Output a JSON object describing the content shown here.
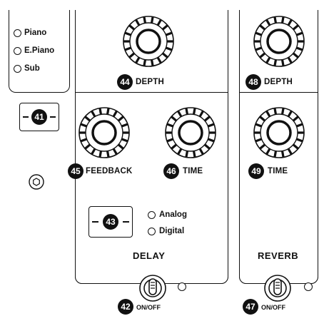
{
  "voice_select": {
    "leds": [
      {
        "label": "Piano"
      },
      {
        "label": "E.Piano"
      },
      {
        "label": "Sub"
      }
    ]
  },
  "callouts": {
    "c41": "41",
    "c42": "42",
    "c43": "43",
    "c44": "44",
    "c45": "45",
    "c46": "46",
    "c47": "47",
    "c48": "48",
    "c49": "49"
  },
  "delay": {
    "depth_label": "DEPTH",
    "feedback_label": "FEEDBACK",
    "time_label": "TIME",
    "type_leds": [
      {
        "label": "Analog"
      },
      {
        "label": "Digital"
      }
    ],
    "section_title": "DELAY",
    "switch_label": "ON/OFF"
  },
  "reverb": {
    "depth_label": "DEPTH",
    "time_label": "TIME",
    "section_title": "REVERB",
    "switch_label": "ON/OFF"
  }
}
